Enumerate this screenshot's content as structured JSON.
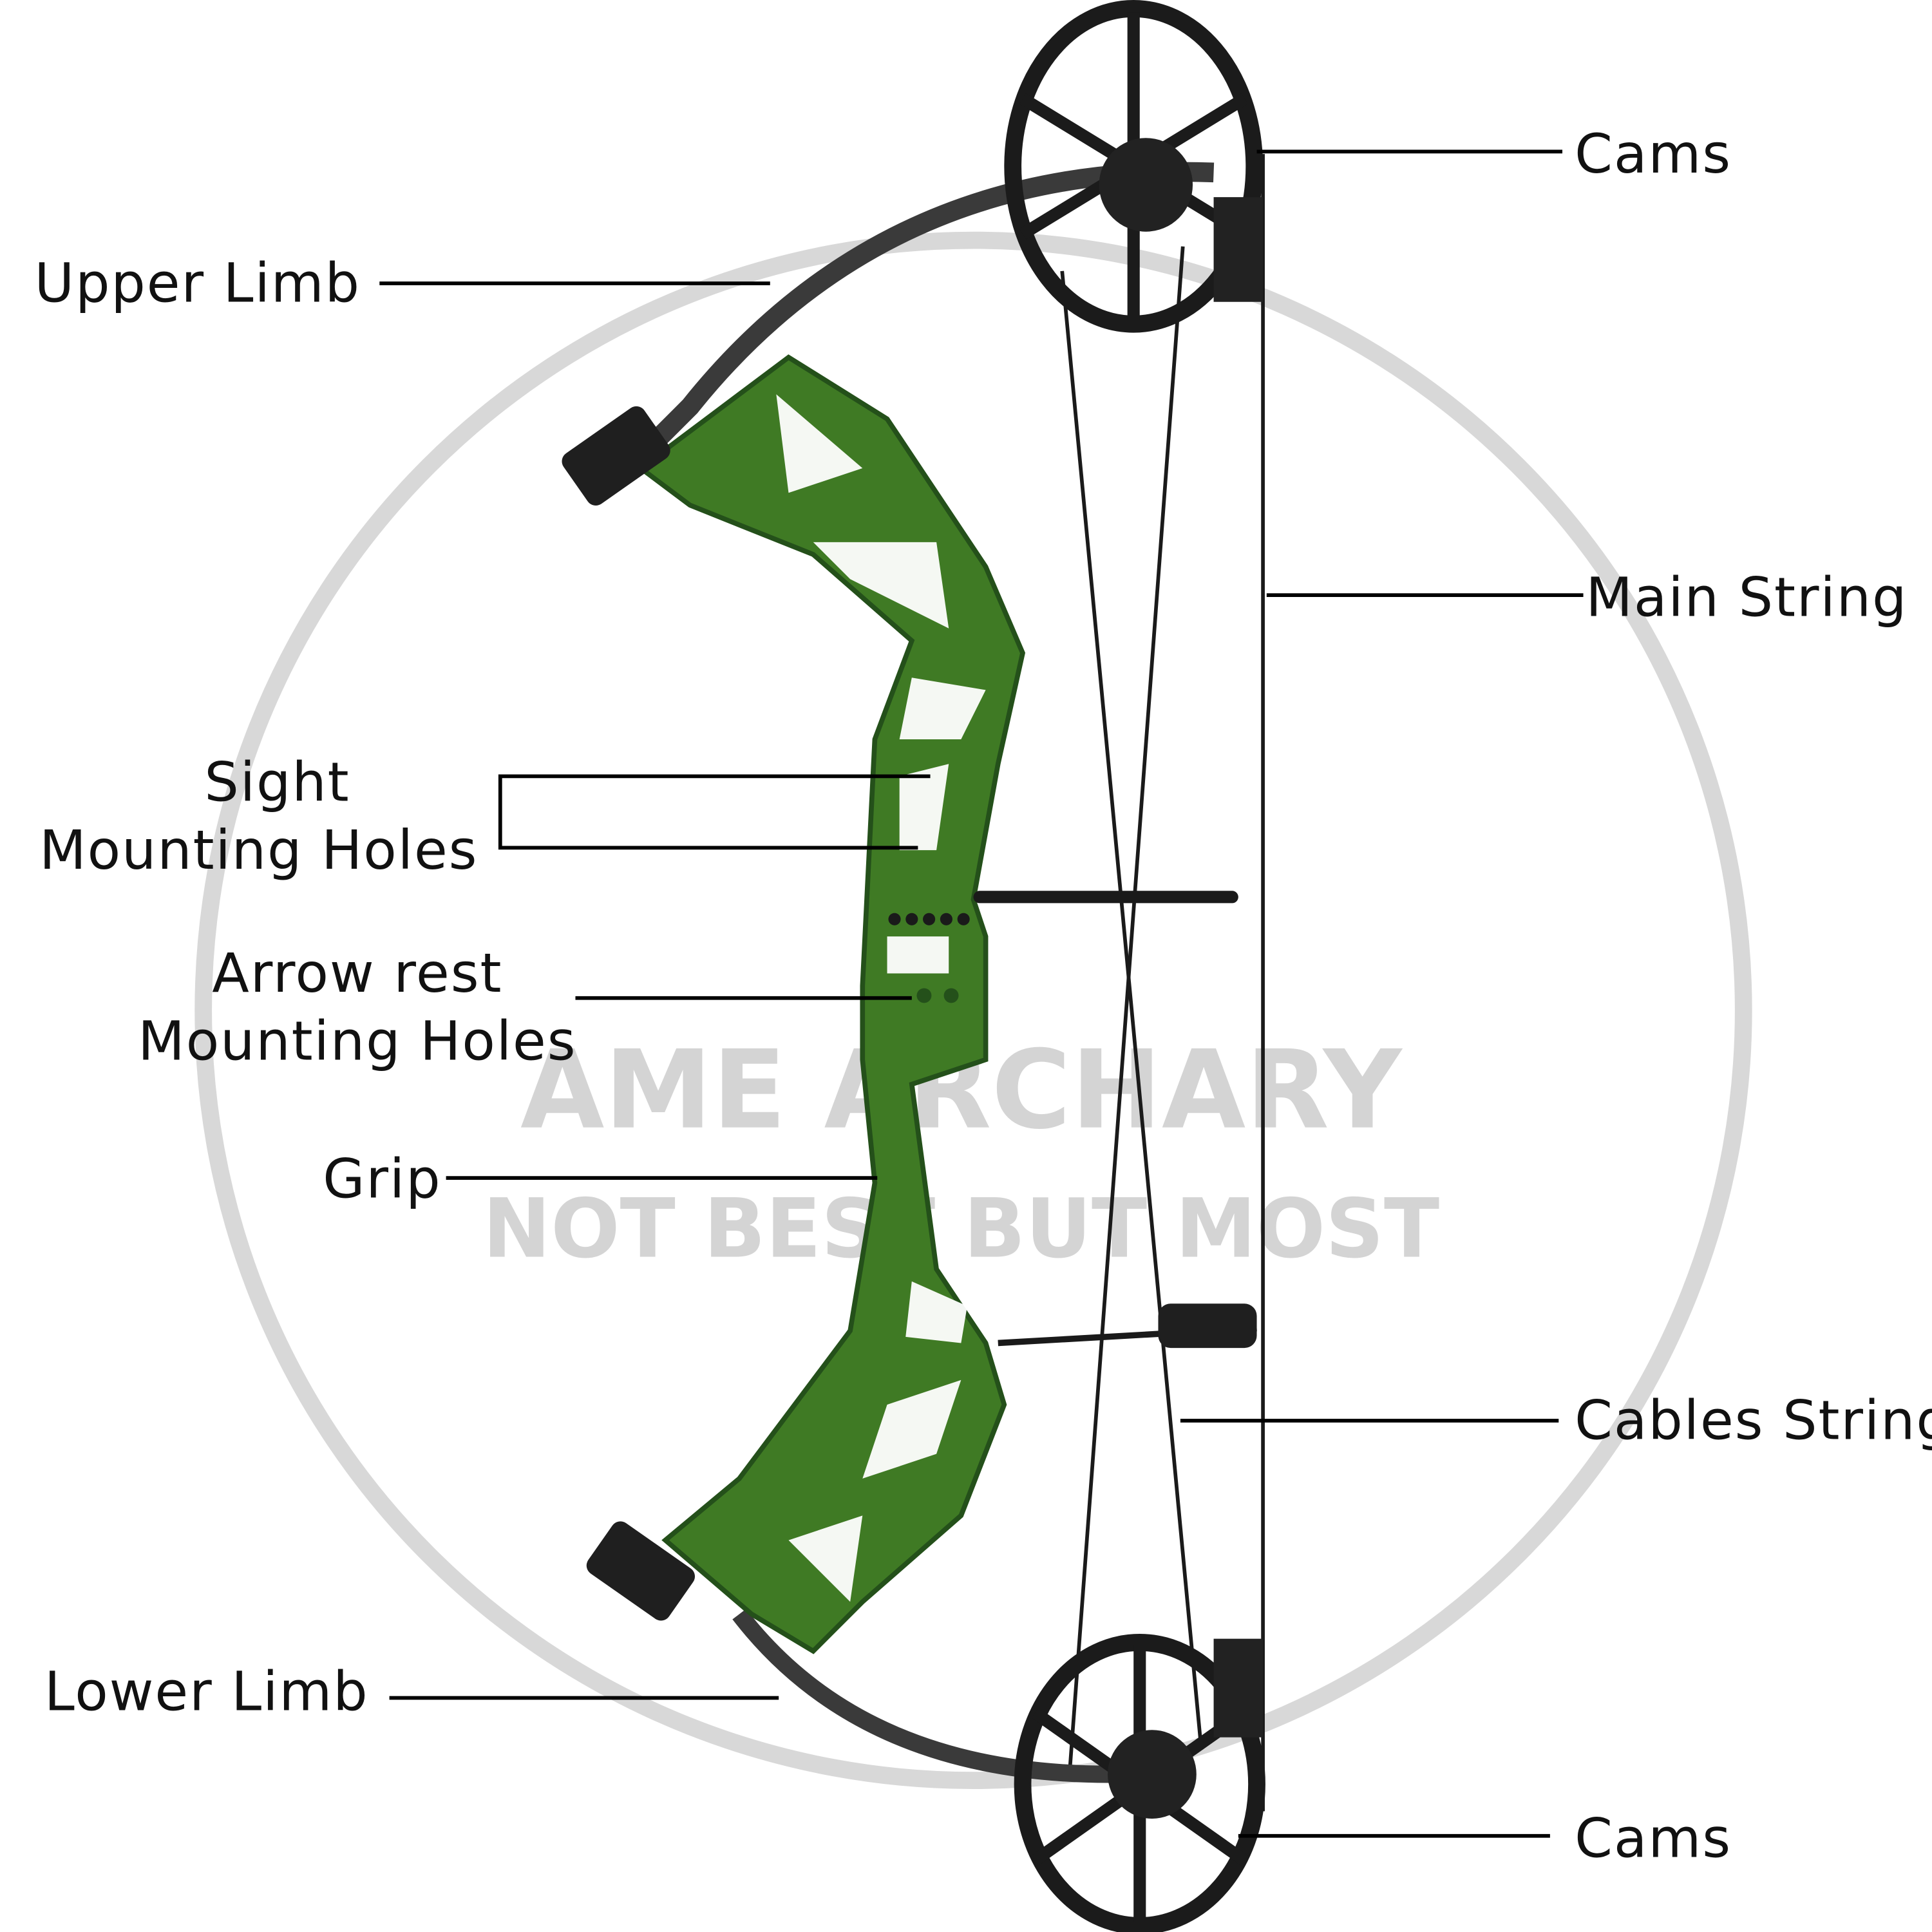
{
  "title": "Compound bow parts diagram",
  "watermark": {
    "line1": "AME ARCHARY",
    "line2": "NOT BEST BUT MOST"
  },
  "labels": {
    "cams_top": "Cams",
    "upper_limb": "Upper Limb",
    "main_string": "Main String",
    "sight_line1": "Sight",
    "sight_line2": "Mounting Holes",
    "arrow_line1": "Arrow rest",
    "arrow_line2": "Mounting Holes",
    "grip": "Grip",
    "cables_string": "Cables String",
    "lower_limb": "Lower Limb",
    "cams_bottom": "Cams"
  },
  "colors": {
    "riser": "#3f7a24",
    "riser_dark": "#24501a",
    "string": "#1a1a1a",
    "watermark": "#d4d4d4"
  }
}
